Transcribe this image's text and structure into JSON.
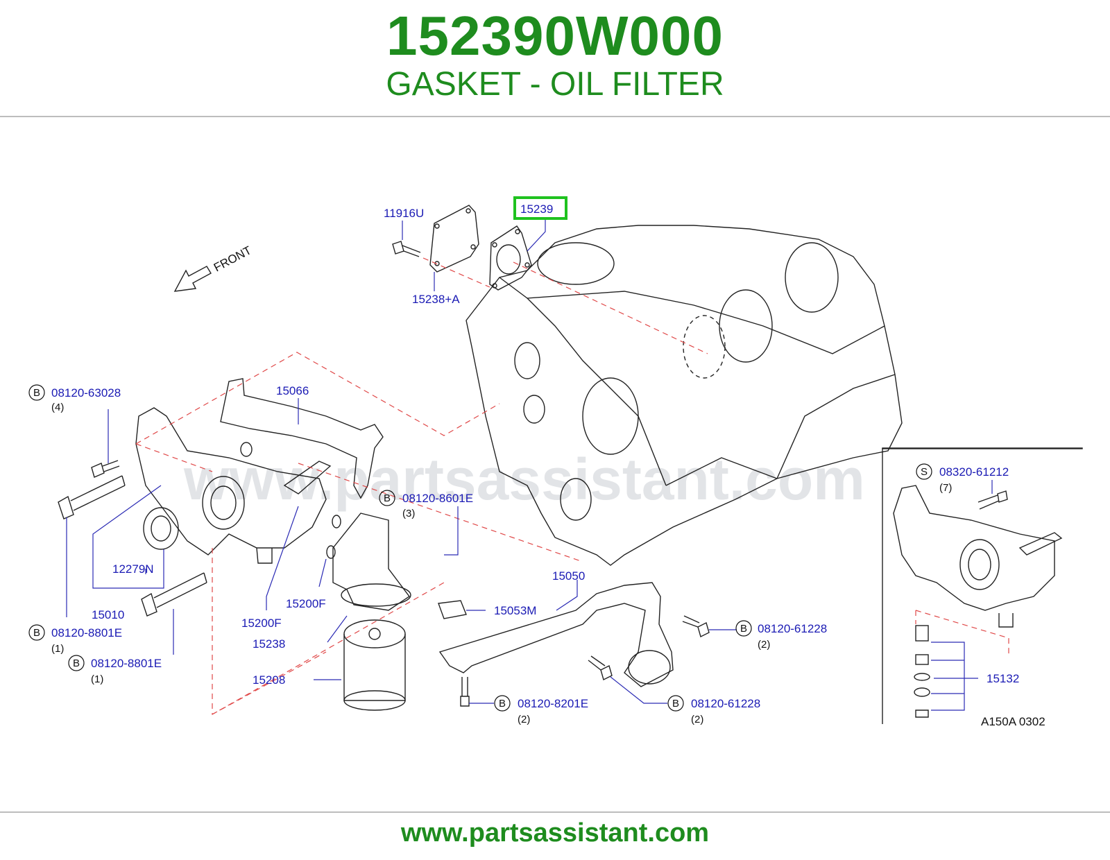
{
  "header": {
    "part_number": "152390W000",
    "part_name": "GASKET - OIL FILTER"
  },
  "footer": {
    "url": "www.partsassistant.com"
  },
  "watermark": "www.partsassistant.com",
  "diagram": {
    "front_label": "FRONT",
    "drawing_code": "A150A 0302",
    "highlighted_label": "15239",
    "labels": [
      "11916U",
      "15238+A",
      "15066",
      "15010",
      "12279N",
      "15200F",
      "15200F",
      "15238",
      "15208",
      "15053M",
      "15050",
      "15132"
    ],
    "callouts": [
      {
        "letter": "B",
        "code": "08120-63028",
        "qty": "(4)"
      },
      {
        "letter": "B",
        "code": "08120-8601E",
        "qty": "(3)"
      },
      {
        "letter": "B",
        "code": "08120-8801E",
        "qty": "(1)"
      },
      {
        "letter": "B",
        "code": "08120-8801E",
        "qty": "(1)"
      },
      {
        "letter": "B",
        "code": "08120-61228",
        "qty": "(2)"
      },
      {
        "letter": "B",
        "code": "08120-8201E",
        "qty": "(2)"
      },
      {
        "letter": "B",
        "code": "08120-61228",
        "qty": "(2)"
      },
      {
        "letter": "S",
        "code": "08320-61212",
        "qty": "(7)"
      }
    ]
  },
  "colors": {
    "brand_green": "#1e8c1e",
    "label_blue": "#1a1ab4",
    "highlight": "#1fc21f",
    "dashed_red": "#e04848"
  }
}
